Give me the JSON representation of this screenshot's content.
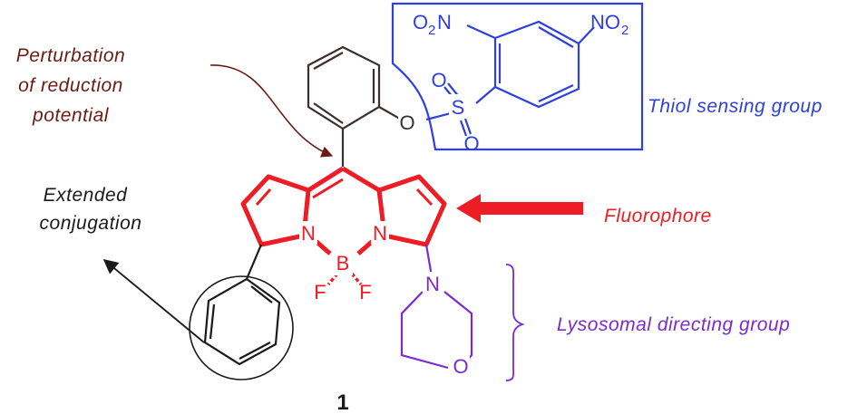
{
  "labels": {
    "perturbation": [
      "Perturbation",
      "of reduction",
      "potential"
    ],
    "extended": [
      "Extended",
      "conjugation"
    ],
    "thiol": "Thiol sensing group",
    "fluorophore": "Fluorophore",
    "lysosomal": "Lysosomal directing group"
  },
  "atoms": {
    "N_left": "N",
    "N_right": "N",
    "boron": "B",
    "F1": "F",
    "F2": "F",
    "O_ether": "O",
    "S": "S",
    "O_sulf1": "O",
    "O_sulf2": "O",
    "N_morph": "N",
    "O_morph": "O",
    "no2_left_main": "O",
    "no2_left_sub": "2",
    "no2_left_n": "N",
    "no2_right_n": "NO",
    "no2_right_sub": "2"
  },
  "compound_number": "1",
  "colors": {
    "bodipy": "#ee1c24",
    "thiol": "#2f3fe0",
    "lysosome": "#7a2bd1",
    "perturbation": "#6b1c12",
    "black": "#1a1a1a"
  }
}
